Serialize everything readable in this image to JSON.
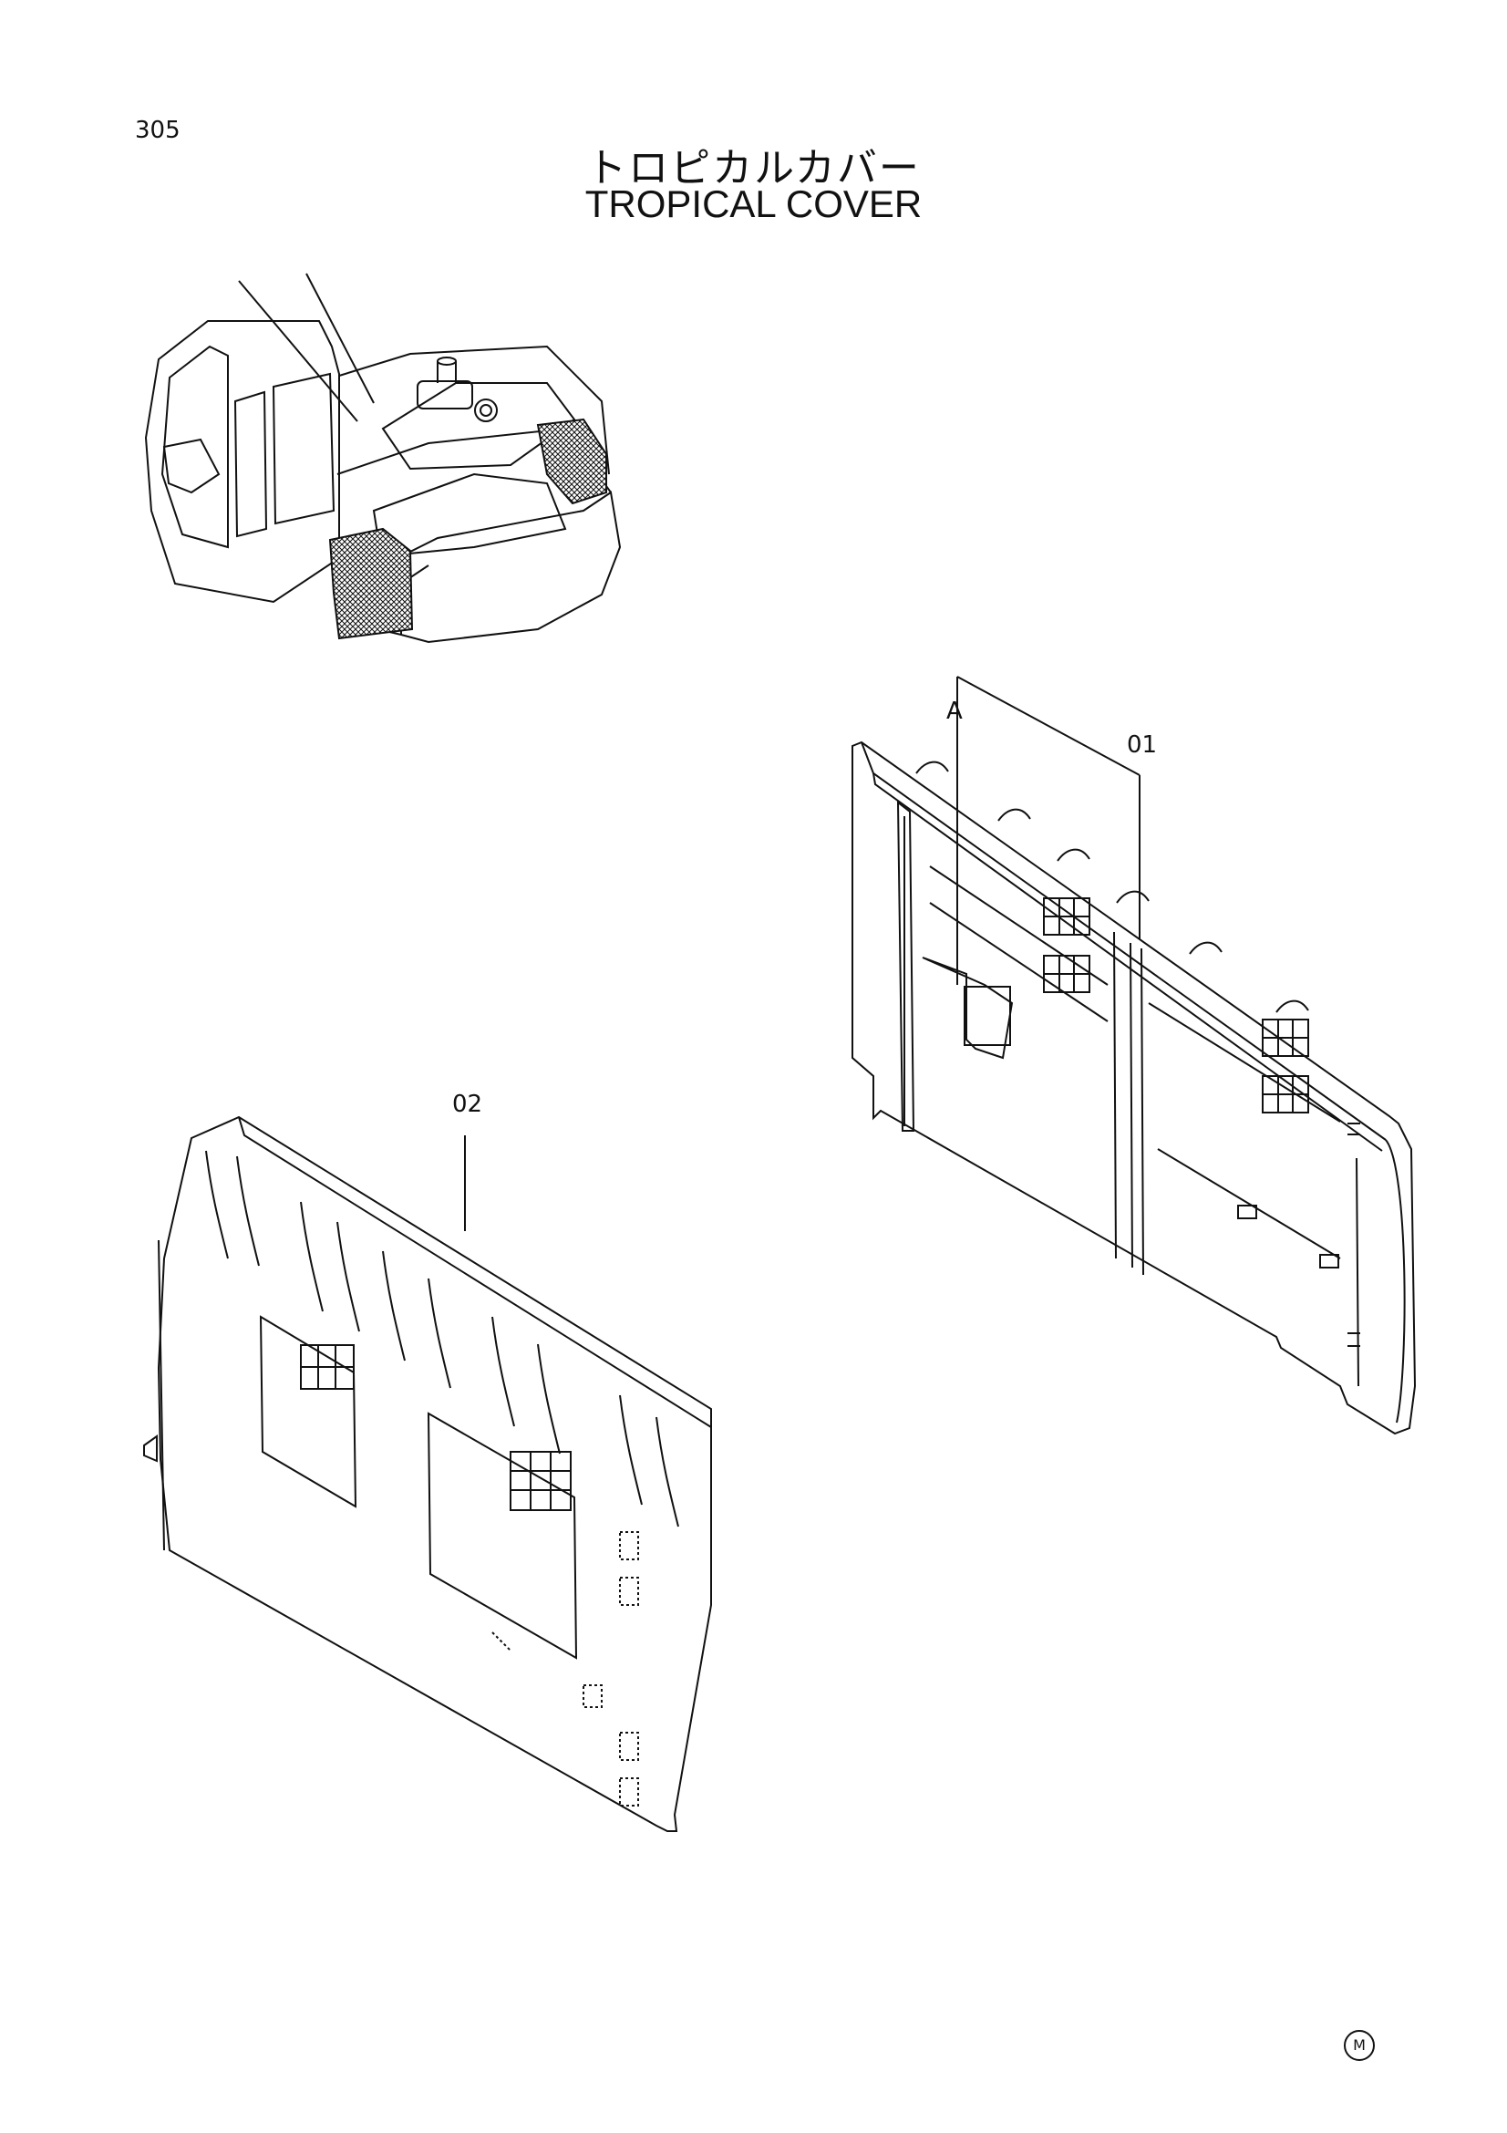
{
  "page": {
    "number": "305",
    "title_jp": "トロピカルカバー",
    "title_en": "TROPICAL  COVER",
    "corner_mark": "M"
  },
  "callouts": {
    "part_01": "01",
    "part_02": "02",
    "detail_a": "A"
  },
  "colors": {
    "line": "#111111",
    "background": "#ffffff"
  }
}
